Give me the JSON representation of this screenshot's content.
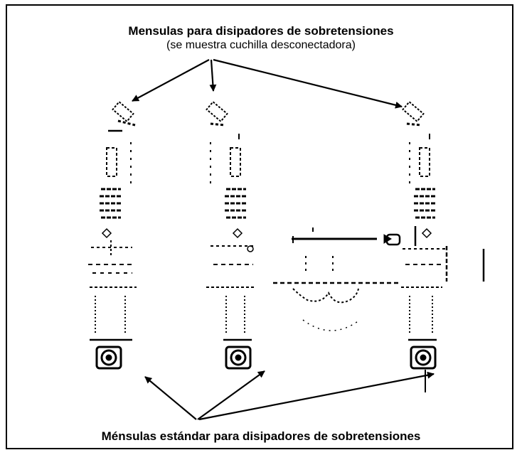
{
  "top_caption": {
    "title": "Mensulas para disipadores de sobretensiones",
    "subtitle": "(se muestra cuchilla desconectadora)"
  },
  "bottom_caption": {
    "title": "Ménsulas estándar para disipadores de sobretensiones"
  }
}
